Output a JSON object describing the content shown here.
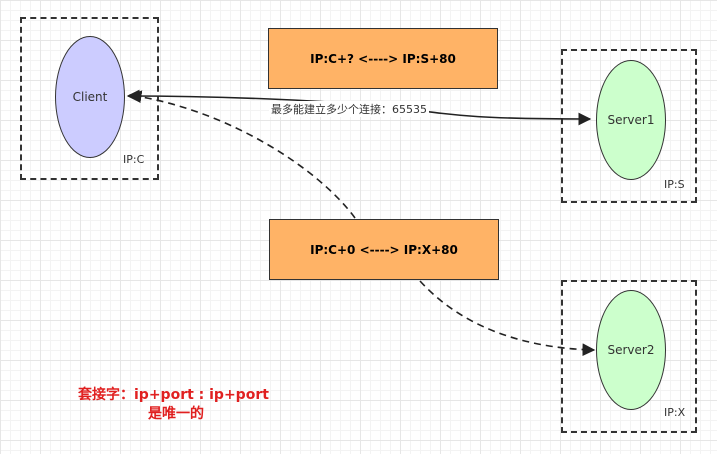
{
  "client": {
    "label": "Client",
    "ip": "IP:C"
  },
  "server1": {
    "label": "Server1",
    "ip": "IP:S"
  },
  "server2": {
    "label": "Server2",
    "ip": "IP:X"
  },
  "connection1": {
    "text": "IP:C+? <----> IP:S+80",
    "fill": "#ffb366"
  },
  "connection2": {
    "text": "IP:C+0 <----> IP:X+80",
    "fill": "#ffb366"
  },
  "edge_label": "最多能建立多少个连接：65535",
  "note": {
    "line1": "套接字：ip+port : ip+port",
    "line2": "是唯一的",
    "color": "#e02020"
  },
  "colors": {
    "client_fill": "#ccccff",
    "server_fill": "#ccffcc"
  }
}
